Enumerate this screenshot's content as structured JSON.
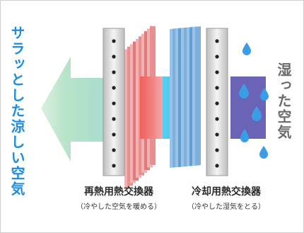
{
  "left_vertical_text": "サラッとした涼しい空気",
  "right_vertical_text": "湿った空気",
  "reheat_exchanger": {
    "title": "再熱用熱交換器",
    "subtitle": "（冷やした空気を暖める）"
  },
  "cooling_exchanger": {
    "title": "冷却用熱交換器",
    "subtitle": "（冷やした湿気をとる）"
  },
  "colors": {
    "cool_air_text": "#1e8be0",
    "humid_air_text": "#6b6b6b",
    "reheat_fins": "#e27a7a",
    "cooling_fins": "#5f9fd4",
    "humid_air_block": "#6b63b5",
    "water_drop": "#3a9ee6"
  }
}
